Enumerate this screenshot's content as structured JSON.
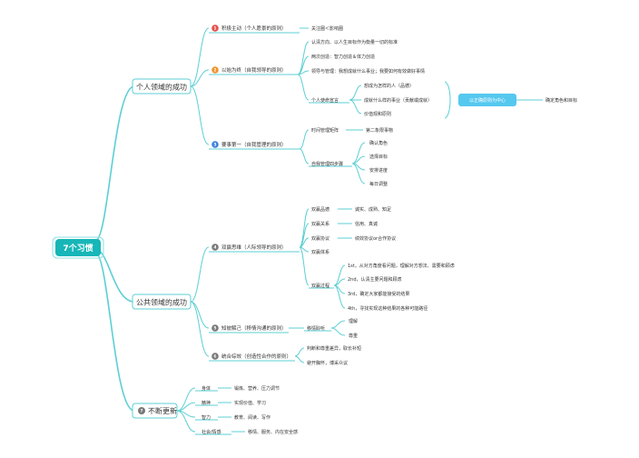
{
  "root": "7个习惯",
  "branches": {
    "personal": "个人领域的成功",
    "public": "公共领域的成功",
    "renew": "不断更新"
  },
  "habit1": {
    "num": "1",
    "label": "积极主动（个人愿景的原则）",
    "child": "关注圈＜影响圈"
  },
  "habit2": {
    "num": "2",
    "label": "以始为终（自我领导的原则）",
    "children": [
      "认清方向、以人生目标作为衡量一切的标准",
      "两次创造：智力创造＆体力创造",
      "领导与管理：我想成就什么事业；我要如何有效做好事情",
      "个人使命宣言"
    ],
    "mission": [
      "想成为怎样的人（品德）",
      "成就什么样的事业（贡献或成就）",
      "价值观和原则"
    ],
    "center": "以正确原则为中心",
    "result": "确定角色和目标"
  },
  "habit3": {
    "num": "3",
    "label": "要事第一（自我管理的原则）",
    "time": "时间管理矩阵",
    "quadrant": "第二象限事物",
    "steps_label": "自我管理四步骤",
    "steps": [
      "确认角色",
      "选择目标",
      "安排进度",
      "每日调整"
    ]
  },
  "habit4": {
    "num": "4",
    "label": "双赢思维（人际领导的原则）",
    "items": [
      {
        "label": "双赢品德",
        "detail": "诚实、成熟、知足"
      },
      {
        "label": "双赢关系",
        "detail": "信用、真诚"
      },
      {
        "label": "双赢协议",
        "detail": "绩效协议or合作协议"
      },
      {
        "label": "双赢体系",
        "detail": ""
      }
    ],
    "process_label": "双赢过程",
    "process": [
      "1st，从对方角度看问题，理解对方想法、需要和顾虑",
      "2nd，认清主要问题和顾虑",
      "3rd，确定大家都能接受的结果",
      "4th，寻找实现这种结果的各种可能路径"
    ]
  },
  "habit5": {
    "num": "5",
    "label": "知彼解己（移情沟通的原则）",
    "listen": "移情聆听",
    "children": [
      "理解",
      "尊重"
    ]
  },
  "habit6": {
    "num": "6",
    "label": "统合综效（创造性合作的原则）",
    "children": [
      "判断和尊重差异，取长补短",
      "避开胸怀，博采众议"
    ]
  },
  "habit7": {
    "num": "7",
    "items": [
      {
        "label": "身体",
        "detail": "锻炼、营养、压力调节"
      },
      {
        "label": "精神",
        "detail": "实现价值、学习"
      },
      {
        "label": "智力",
        "detail": "教育、阅读、写作"
      },
      {
        "label": "社会/情感",
        "detail": "移情、服务、内在安全感"
      }
    ]
  },
  "colors": {
    "root_fill": "#17b6b8",
    "line": "#5ccfd4",
    "badge_red": "#e0524a",
    "badge_orange": "#f0922e",
    "badge_blue": "#3f7fdc",
    "badge_gray": "#777777",
    "callout_fill": "#55c8ef"
  }
}
